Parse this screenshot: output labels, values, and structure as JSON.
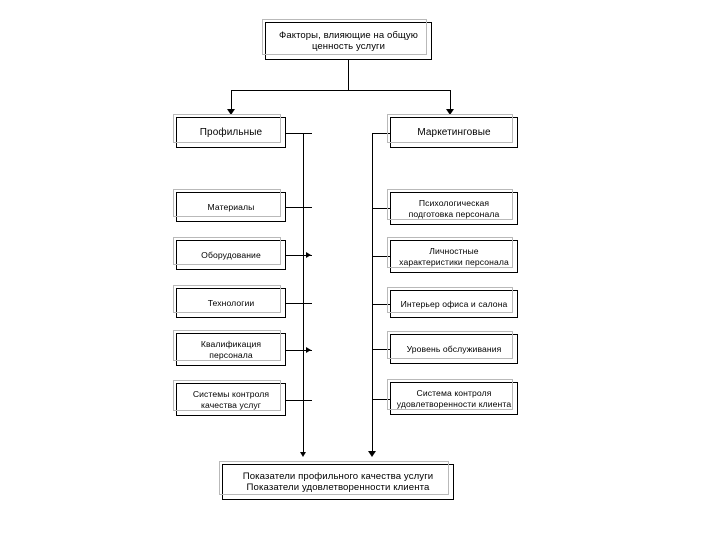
{
  "diagram": {
    "type": "hierarchical-flowchart",
    "language": "ru",
    "root": {
      "id": "root",
      "label": "Факторы, влияющие на общую\nценность услуги"
    },
    "branches": [
      {
        "id": "branch-profile",
        "label": "Профильные"
      },
      {
        "id": "branch-marketing",
        "label": "Маркетинговые"
      }
    ],
    "left_column": [
      {
        "id": "materials",
        "label": "Материалы"
      },
      {
        "id": "equipment",
        "label": "Оборудование"
      },
      {
        "id": "technology",
        "label": "Технологии"
      },
      {
        "id": "staff-qualification",
        "label": "Квалификация\nперсонала"
      },
      {
        "id": "quality-control",
        "label": "Системы контроля\nкачества услуг"
      }
    ],
    "right_column": [
      {
        "id": "psych-training",
        "label": "Психологическая\nподготовка персонала"
      },
      {
        "id": "personal-traits",
        "label": "Личностные\nхарактеристики персонала"
      },
      {
        "id": "interior",
        "label": "Интерьер офиса и салона"
      },
      {
        "id": "service-level",
        "label": "Уровень обслуживания"
      },
      {
        "id": "satisfaction-control",
        "label": "Система контроля\nудовлетворенности клиента"
      }
    ],
    "summary": {
      "id": "summary",
      "label": "Показатели профильного качества услуги\nПоказатели удовлетворенности клиента"
    },
    "colors": {
      "box_border": "#000000",
      "box_shadow_border": "#b9b9b9",
      "connector": "#000000",
      "background": "#ffffff",
      "text": "#000000"
    }
  }
}
